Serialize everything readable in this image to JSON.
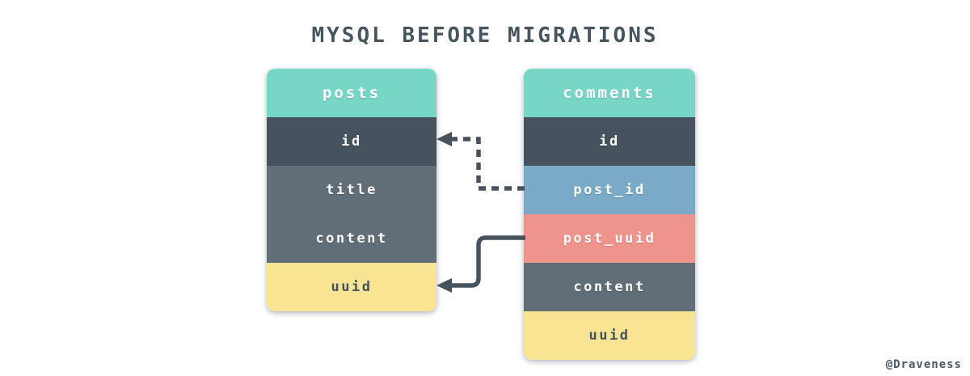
{
  "title": "MYSQL BEFORE MIGRATIONS",
  "watermark": "@Draveness",
  "colors": {
    "background": "#ffffff",
    "title_text": "#47555f",
    "header_bg": "#78d6c6",
    "dark_row_bg": "#46535e",
    "gray_row_bg": "#616e78",
    "blue_row_bg": "#7aaac6",
    "salmon_row_bg": "#ef938d",
    "yellow_row_bg": "#f8e492",
    "light_text": "#ffffff",
    "dark_text": "#46535e",
    "arrow": "#46535e"
  },
  "tables": [
    {
      "name": "posts",
      "columns": [
        {
          "label": "id",
          "bg": "dark_row_bg",
          "text": "light_text"
        },
        {
          "label": "title",
          "bg": "gray_row_bg",
          "text": "light_text"
        },
        {
          "label": "content",
          "bg": "gray_row_bg",
          "text": "light_text"
        },
        {
          "label": "uuid",
          "bg": "yellow_row_bg",
          "text": "dark_text"
        }
      ]
    },
    {
      "name": "comments",
      "columns": [
        {
          "label": "id",
          "bg": "dark_row_bg",
          "text": "light_text"
        },
        {
          "label": "post_id",
          "bg": "blue_row_bg",
          "text": "light_text"
        },
        {
          "label": "post_uuid",
          "bg": "salmon_row_bg",
          "text": "light_text"
        },
        {
          "label": "content",
          "bg": "gray_row_bg",
          "text": "light_text"
        },
        {
          "label": "uuid",
          "bg": "yellow_row_bg",
          "text": "dark_text"
        }
      ]
    }
  ],
  "relationships": [
    {
      "from": "comments.post_id",
      "to": "posts.id",
      "style": "dashed"
    },
    {
      "from": "comments.post_uuid",
      "to": "posts.uuid",
      "style": "solid"
    }
  ]
}
